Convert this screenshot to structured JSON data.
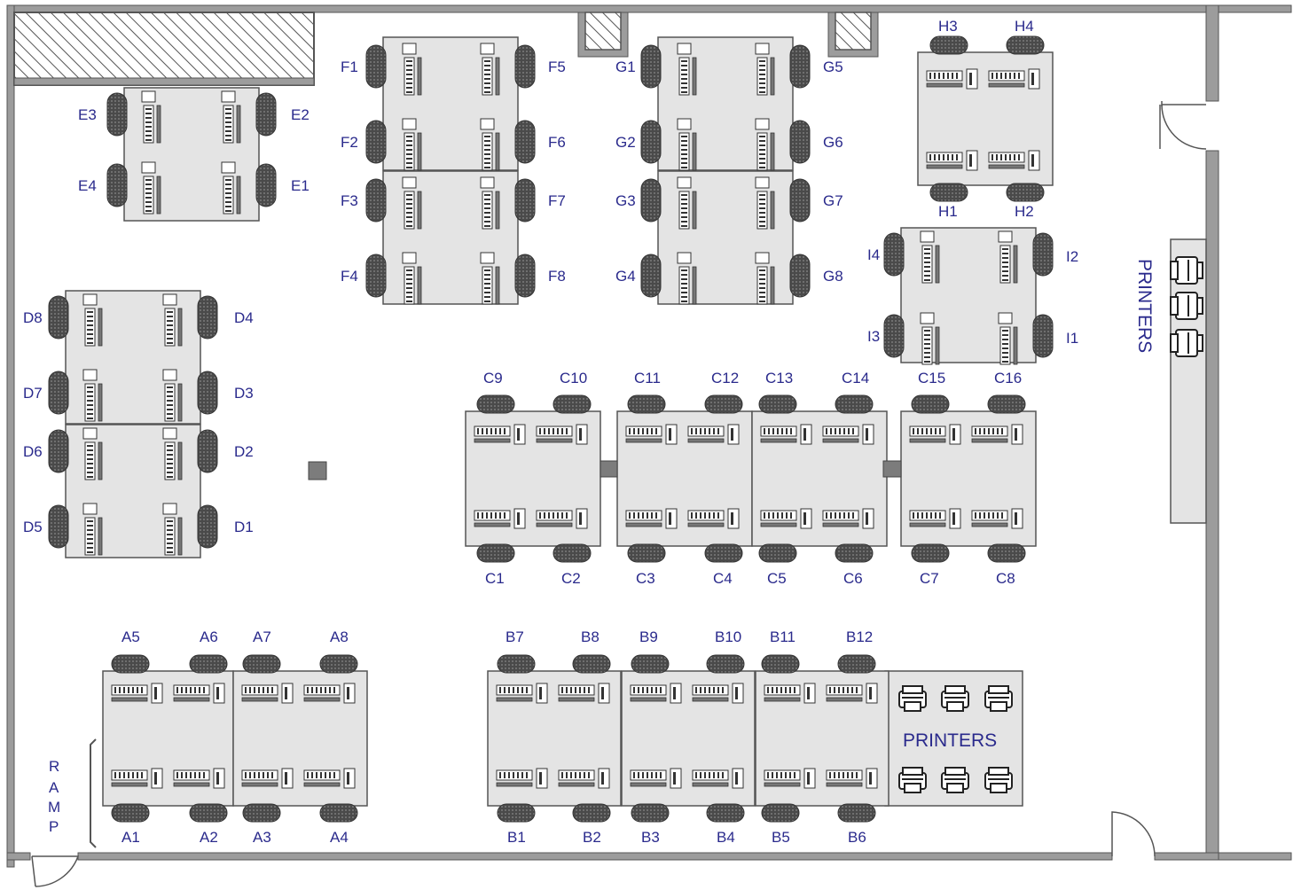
{
  "colors": {
    "label": "#2a2a8c",
    "wall": "#6e6e6e",
    "desk": "#e4e4e4",
    "chair": "#555555"
  },
  "icons": {
    "chair": "office-chair-icon",
    "computer": "computer-workstation-icon",
    "printer": "printer-icon",
    "hatch": "hatched-column-icon",
    "door": "door-swing-icon"
  },
  "rooms": {
    "printers_right": "PRINTERS",
    "printers_bottom": "PRINTERS",
    "ramp": [
      "R",
      "A",
      "M",
      "P"
    ]
  },
  "groups": {
    "E": {
      "units": [
        {
          "left": "E3",
          "right": "E2"
        },
        {
          "left": "E4",
          "right": "E1"
        }
      ]
    },
    "F": {
      "units": [
        {
          "left": "F1",
          "right": "F5"
        },
        {
          "left": "F2",
          "right": "F6"
        },
        {
          "left": "F3",
          "right": "F7"
        },
        {
          "left": "F4",
          "right": "F8"
        }
      ]
    },
    "G": {
      "units": [
        {
          "left": "G1",
          "right": "G5"
        },
        {
          "left": "G2",
          "right": "G6"
        },
        {
          "left": "G3",
          "right": "G7"
        },
        {
          "left": "G4",
          "right": "G8"
        }
      ]
    },
    "D": {
      "units": [
        {
          "left": "D8",
          "right": "D4"
        },
        {
          "left": "D7",
          "right": "D3"
        },
        {
          "left": "D6",
          "right": "D2"
        },
        {
          "left": "D5",
          "right": "D1"
        }
      ]
    },
    "H": {
      "top": [
        "H3",
        "H4"
      ],
      "bottom": [
        "H1",
        "H2"
      ]
    },
    "I": {
      "left": [
        "I4",
        "I3"
      ],
      "right": [
        "I2",
        "I1"
      ]
    },
    "C": {
      "top": [
        "C9",
        "C10",
        "C11",
        "C12",
        "C13",
        "C14",
        "C15",
        "C16"
      ],
      "bottom": [
        "C1",
        "C2",
        "C3",
        "C4",
        "C5",
        "C6",
        "C7",
        "C8"
      ]
    },
    "A": {
      "top": [
        "A5",
        "A6",
        "A7",
        "A8"
      ],
      "bottom": [
        "A1",
        "A2",
        "A3",
        "A4"
      ]
    },
    "B": {
      "top": [
        "B7",
        "B8",
        "B9",
        "B10",
        "B11",
        "B12"
      ],
      "bottom": [
        "B1",
        "B2",
        "B3",
        "B4",
        "B5",
        "B6"
      ]
    }
  }
}
